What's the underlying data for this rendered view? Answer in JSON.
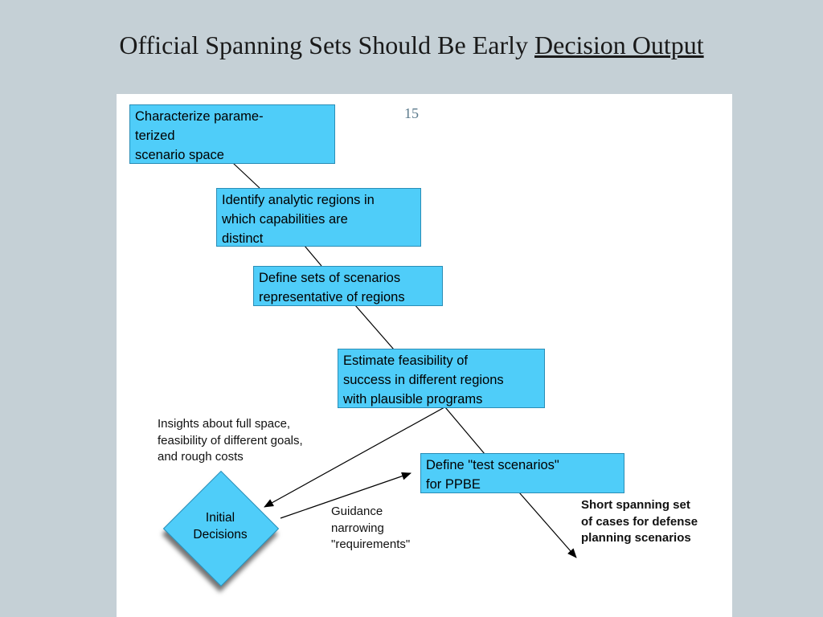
{
  "slide": {
    "title_main": "Official Spanning Sets Should Be Early ",
    "title_underlined": "Decision Output"
  },
  "diagram": {
    "page_number": "15",
    "boxes": {
      "characterize": "Characterize parame-\nterized\nscenario space",
      "identify": "Identify analytic regions in\nwhich capabilities are\ndistinct",
      "define_sets": "Define sets of scenarios\nrepresentative of regions",
      "estimate": "Estimate feasibility of\nsuccess in different regions\nwith plausible programs",
      "define_test": "Define \"test scenarios\"\nfor PPBE"
    },
    "decision_node": "Initial\nDecisions",
    "annotations": {
      "insights": "Insights about full space,\nfeasibility of different goals,\nand rough costs",
      "guidance": "Guidance\nnarrowing\n\"requirements\"",
      "output": "Short spanning set\nof cases for defense\nplanning scenarios"
    }
  }
}
